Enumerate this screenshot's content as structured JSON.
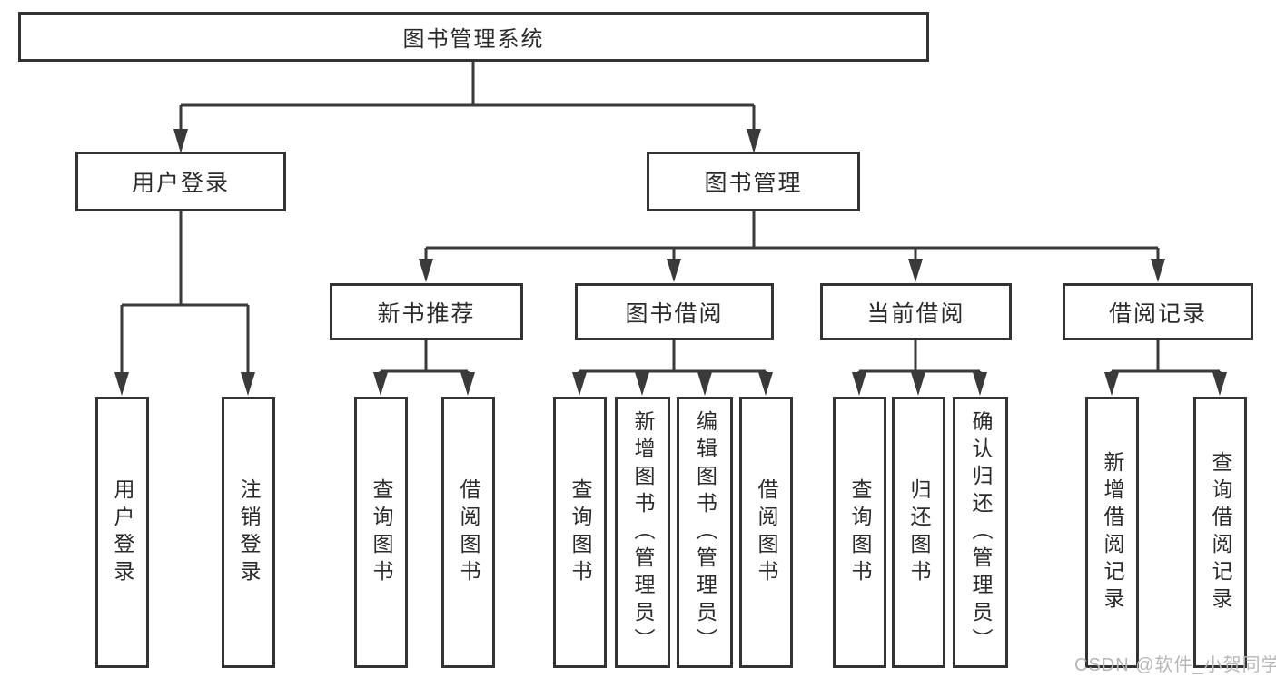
{
  "diagram_title": "图书管理系统",
  "nodes": {
    "root": "图书管理系统",
    "user-login": "用户登录",
    "book-mgmt": "图书管理",
    "new-book-rec": "新书推荐",
    "book-borrow": "图书借阅",
    "current-borrow": "当前借阅",
    "borrow-records": "借阅记录",
    "ul-1": "用户登录",
    "ul-2": "注销登录",
    "nbr-1": "查询图书",
    "nbr-2": "借阅图书",
    "bb-1": "查询图书",
    "bb-2": "新增图书（管理员）",
    "bb-3": "编辑图书（管理员）",
    "bb-4": "借阅图书",
    "cb-1": "查询图书",
    "cb-2": "归还图书",
    "cb-3": "确认归还（管理员）",
    "br-1": "新增借阅记录",
    "br-2": "查询借阅记录"
  },
  "watermark": "CSDN @软件_小贺同学",
  "colors": {
    "line": "#3a3a3a",
    "box_border": "#333333",
    "text": "#2b2b2b",
    "watermark": "#b7b7b7",
    "background": "#ffffff"
  }
}
